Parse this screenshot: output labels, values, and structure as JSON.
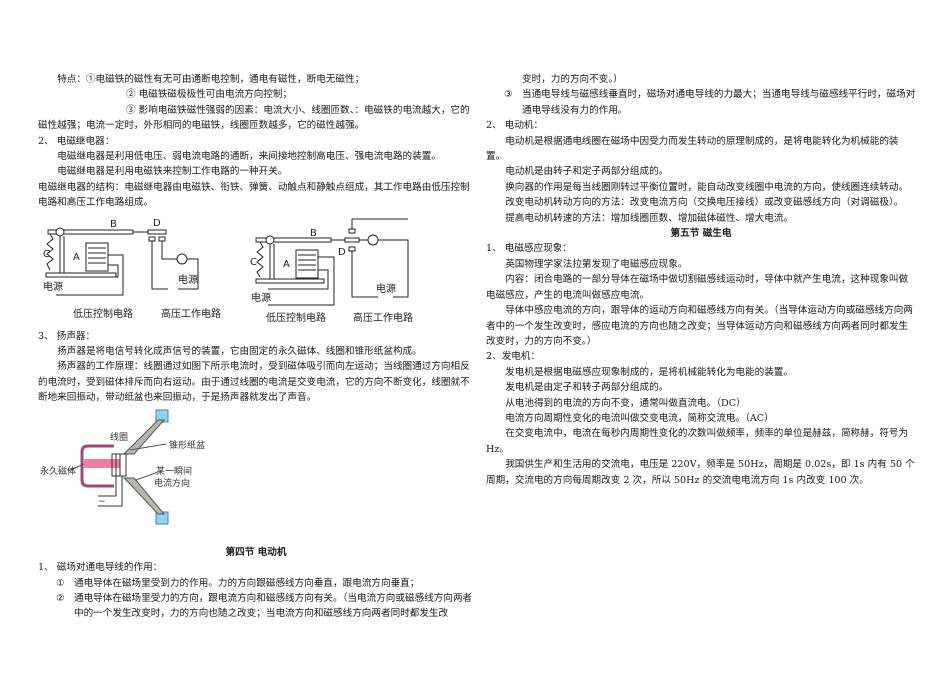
{
  "left": {
    "features": {
      "label": "特点：",
      "item1": "①电磁铁的磁性有无可由通断电控制，通电有磁性，断电无磁性；",
      "item2": "② 电磁铁磁极极性可由电流方向控制；",
      "item3": "③ 影响电磁铁磁性强弱的因素：电流大小、线圈匝数、：电磁铁的电流越大，它的磁性越强；电流一定时，外形相同的电磁铁，线圈匝数越多，它的磁性越强。"
    },
    "relay": {
      "title": "2、 电磁继电器：",
      "p1": "电磁继电器是利用低电压、弱电流电路的通断，来间接地控制高电压、强电流电路的装置。",
      "p2": "电磁继电器是利用电磁铁来控制工作电路的一种开关。",
      "p3": "电磁继电器的结构：电磁继电器由电磁铁、衔铁、弹簧、动触点和静触点组成，其工作电路由低压控制电路和高压工作电路组成。",
      "diagram": {
        "label_a": "A",
        "label_b": "B",
        "label_c": "C",
        "label_d": "D",
        "power": "电源",
        "low_circuit": "低压控制电路",
        "high_circuit": "高压工作电路"
      }
    },
    "speaker": {
      "title": "3、 扬声器：",
      "p1": "扬声器是将电信号转化成声信号的装置，它由固定的永久磁体、线圈和锥形纸盆构成。",
      "p2": "扬声器的工作原理：线圈通过如图下所示电流时，受到磁体吸引而向左运动；当线圈通过方向相反的电流时，受到磁体排斥而向右运动。由于通过线圈的电流是交变电流，它的方向不断变化，线圈就不断地来回振动，带动纸盆也来回振动，于是扬声器就发出了声音。",
      "diagram": {
        "coil": "线圈",
        "cone": "锥形纸盆",
        "magnet": "永久磁体",
        "current_dir_1": "某一瞬间",
        "current_dir_2": "电流方向"
      }
    },
    "section4": {
      "heading": "第四节  电动机",
      "item1_title": "1、  磁场对通电导线的作用：",
      "c1_num": "①",
      "c1_text": "通电导体在磁场里受到力的作用。力的方向跟磁感线方向垂直，跟电流方向垂直；",
      "c2_num": "②",
      "c2_text": "通电导体在磁场里受力的方向，跟电流方向和磁感线方向有关。（当电流方向或磁感线方向两者中的一个发生改变时，力的方向也随之改变；当电流方向和磁感线方向两者同时都发生改"
    }
  },
  "right": {
    "cont_text": "变时，力的方向不变。）",
    "c3_num": "③",
    "c3_text": "当通电导线与磁感线垂直时，磁场对通电导线的力最大；当通电导线与磁感线平行时，磁场对通电导线没有力的作用。",
    "motor": {
      "title": "2、 电动机：",
      "p1": "电动机是根据通电线圈在磁场中因受力而发生转动的原理制成的，是将电能转化为机械能的装置。",
      "p2": "电动机是由转子和定子两部分组成的。",
      "p3": "换向器的作用是每当线圈刚转过平衡位置时，能自动改变线圈中电流的方向，使线圈连续转动。",
      "p4": "改变电动机转动方向的方法：改变电流方向（交换电压接线）或改变磁感线方向（对调磁极）。",
      "p5": "提高电动机转速的方法：增加线圈匝数、增加磁体磁性、增大电流。"
    },
    "section5": {
      "heading": "第五节  磁生电",
      "induction_title": "1、 电磁感应现象：",
      "i1": "英国物理学家法拉第发现了电磁感应现象。",
      "i2": "内容：闭合电路的一部分导体在磁场中做切割磁感线运动时，导体中就产生电流，这种现象叫做电磁感应，产生的电流叫做感应电流。",
      "i3": "导体中感应电流的方向，跟导体的运动方向和磁感线方向有关。（当导体运动方向或磁感线方向两者中的一个发生改变时，感应电流的方向也随之改变；当导体运动方向和磁感线方向两者同时都发生改变时，力的方向不变。）",
      "generator_title": "2、发电机：",
      "g1": "发电机是根据电磁感应现象制成的，是将机械能转化为电能的装置。",
      "g2": "发电机是由定子和转子两部分组成的。",
      "g3": "从电池得到的电流的方向不变，通常叫做直流电。（DC）",
      "g4": "电流方向周期性变化的电流叫做交变电流，简称交流电。（AC）",
      "g5": "在交变电流中，电流在每秒内周期性变化的次数叫做频率，频率的单位是赫兹，简称赫，符号为Hz。",
      "g6": "我国供生产和生活用的交流电，电压是 220V，频率是 50Hz，周期是 0.02s，即 1s 内有 50 个周期，交流电的方向每周期改变 2 次，所以 50Hz 的交流电电流方向 1s 内改变 100 次。"
    }
  }
}
